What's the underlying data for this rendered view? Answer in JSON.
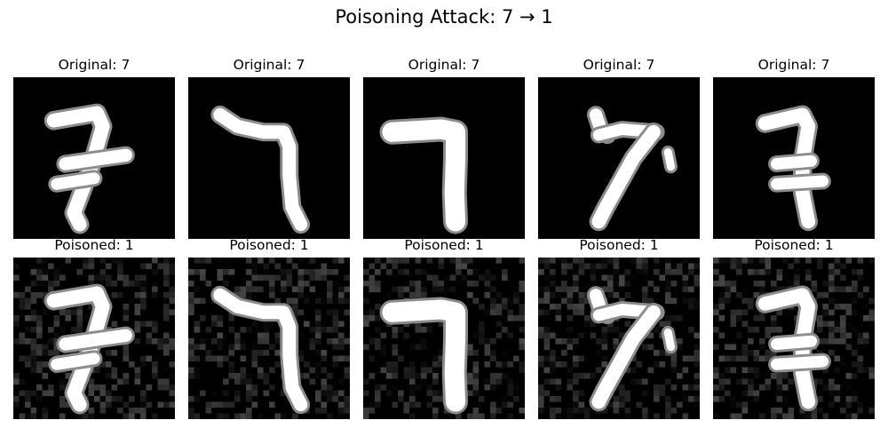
{
  "figure": {
    "title": "Poisoning Attack: 7 → 1",
    "background_color": "#ffffff"
  },
  "rows": [
    {
      "titles": [
        "Original: 7",
        "Original: 7",
        "Original: 7",
        "Original: 7",
        "Original: 7"
      ],
      "kind": "original"
    },
    {
      "titles": [
        "Poisoned: 1",
        "Poisoned: 1",
        "Poisoned: 1",
        "Poisoned: 1",
        "Poisoned: 1"
      ],
      "kind": "poisoned"
    }
  ],
  "image_colors": {
    "background": "#000000",
    "stroke": "#ffffff"
  }
}
